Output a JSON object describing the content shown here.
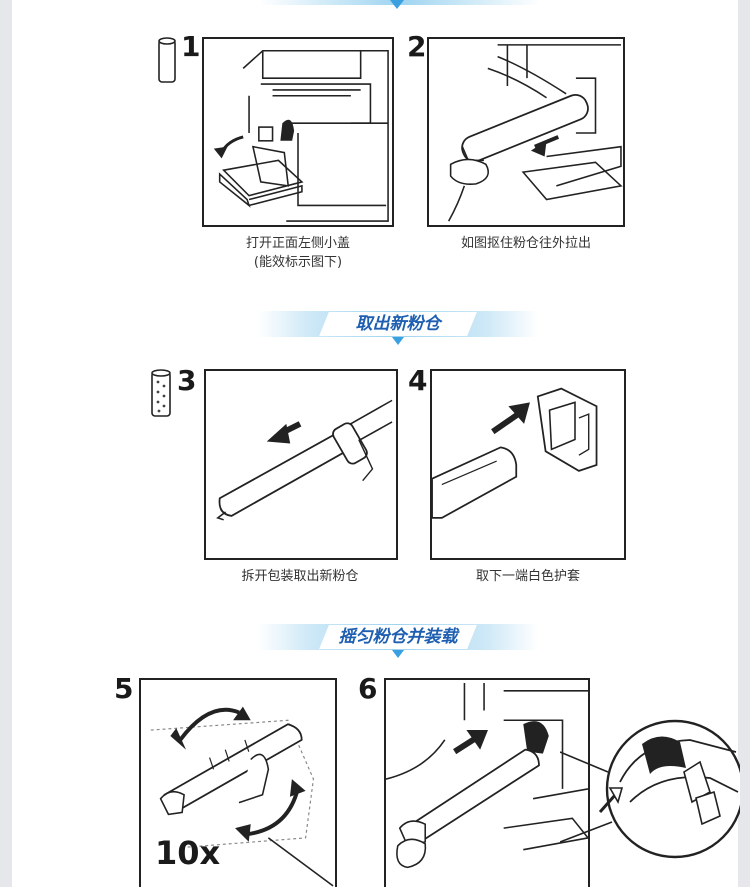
{
  "steps": [
    {
      "number": "1",
      "caption_line1": "打开正面左侧小盖",
      "caption_line2": "(能效标示图下)"
    },
    {
      "number": "2",
      "caption_line1": "如图抠住粉仓往外拉出"
    },
    {
      "number": "3",
      "caption_line1": "拆开包装取出新粉仓"
    },
    {
      "number": "4",
      "caption_line1": "取下一端白色护套"
    },
    {
      "number": "5",
      "label": "10x"
    },
    {
      "number": "6"
    }
  ],
  "sections": {
    "take_new": "取出新粉仓",
    "shake_install": "摇匀粉仓并装载"
  },
  "icons": {
    "old_cartridge": "used-toner-cylinder-icon",
    "new_cartridge": "new-toner-cylinder-icon"
  },
  "colors": {
    "banner_text": "#1f5fb1",
    "banner_band": "#9ed4f0",
    "marker": "#3aa0e0"
  }
}
